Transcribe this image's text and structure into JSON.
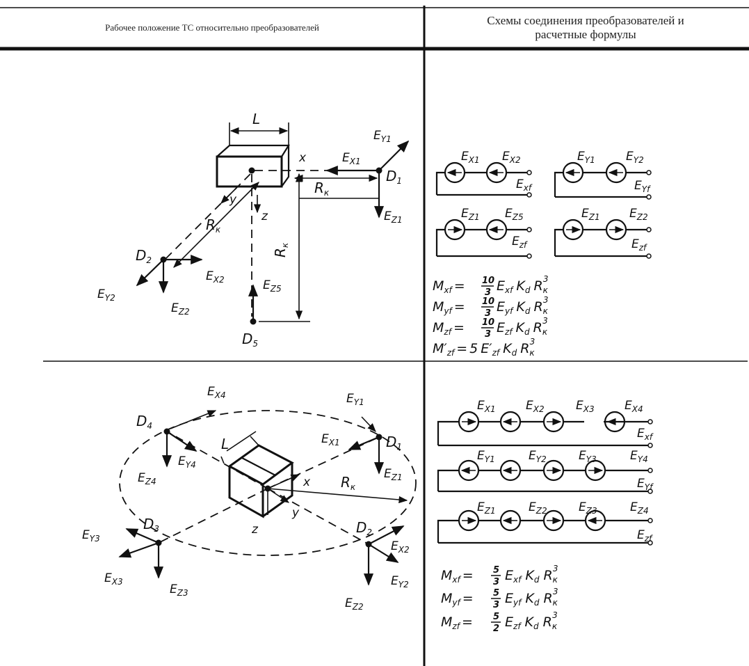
{
  "header": {
    "left": "Рабочее положение ТС относительно преобразователей",
    "right_line1": "Схемы соединения преобразователей и",
    "right_line2": "расчетные формулы"
  },
  "top_left": {
    "L": "L",
    "x": "x",
    "y": "y",
    "z": "z",
    "D1": "D",
    "D1_sub": "1",
    "D2": "D",
    "D2_sub": "2",
    "D5": "D",
    "D5_sub": "5",
    "Rk1": "R",
    "Rk1_sub": "к",
    "Rk2": "R",
    "Rk2_sub": "к",
    "Rk3": "R",
    "Rk3_sub": "к",
    "Ey1": "E",
    "Ey1_sub": "Y1",
    "Ex1": "E",
    "Ex1_sub": "X1",
    "Ez1": "E",
    "Ez1_sub": "Z1",
    "Ex2": "E",
    "Ex2_sub": "X2",
    "Ey2": "E",
    "Ey2_sub": "Y2",
    "Ez2": "E",
    "Ez2_sub": "Z2",
    "Ez5": "E",
    "Ez5_sub": "Z5"
  },
  "top_right": {
    "c1": [
      "X1",
      "X2"
    ],
    "c1_out": "xf",
    "c2": [
      "Y1",
      "Y2"
    ],
    "c2_out": "Yf",
    "c3": [
      "Z1",
      "Z5"
    ],
    "c3_out": "zf",
    "c4": [
      "Z1",
      "Z2"
    ],
    "c4_out": "zf",
    "formulas": [
      {
        "M": "M",
        "Msub": "xf",
        "eq": "=",
        "num": "10",
        "den": "3",
        "E": "E",
        "Esub": "xf",
        "K": "K",
        "Ksub": "d",
        "R": "R",
        "Rsub": "к",
        "pow": "3"
      },
      {
        "M": "M",
        "Msub": "yf",
        "eq": "=",
        "num": "10",
        "den": "3",
        "E": "E",
        "Esub": "yf",
        "K": "K",
        "Ksub": "d",
        "R": "R",
        "Rsub": "к",
        "pow": "3"
      },
      {
        "M": "M",
        "Msub": "zf",
        "eq": "=",
        "num": "10",
        "den": "3",
        "E": "E",
        "Esub": "zf",
        "K": "K",
        "Ksub": "d",
        "R": "R",
        "Rsub": "к",
        "pow": "3"
      },
      {
        "M": "M′",
        "Msub": "zf",
        "eq": "=",
        "num": "5",
        "den": "",
        "E": "E′",
        "Esub": "zf",
        "K": "K",
        "Ksub": "d",
        "R": "R",
        "Rsub": "к",
        "pow": "3"
      }
    ]
  },
  "bottom_left": {
    "L": "L",
    "x": "x",
    "y": "y",
    "z": "z",
    "D1": "D",
    "D1_sub": "1",
    "D2": "D",
    "D2_sub": "2",
    "D3": "D",
    "D3_sub": "3",
    "D4": "D",
    "D4_sub": "4",
    "Rk": "R",
    "Rk_sub": "к",
    "Ex4": "E",
    "Ex4_sub": "X4",
    "Ey1": "E",
    "Ey1_sub": "Y1",
    "Ex1": "E",
    "Ex1_sub": "X1",
    "Ez1": "E",
    "Ez1_sub": "Z1",
    "Ey4": "E",
    "Ey4_sub": "Y4",
    "Ez4": "E",
    "Ez4_sub": "Z4",
    "Ey3": "E",
    "Ey3_sub": "Y3",
    "Ex3": "E",
    "Ex3_sub": "X3",
    "Ez3": "E",
    "Ez3_sub": "Z3",
    "Ex2": "E",
    "Ex2_sub": "X2",
    "Ey2": "E",
    "Ey2_sub": "Y2",
    "Ez2": "E",
    "Ez2_sub": "Z2"
  },
  "bottom_right": {
    "r1": [
      "X1",
      "X2",
      "X3",
      "X4"
    ],
    "r1_out": "xf",
    "r2": [
      "Y1",
      "Y2",
      "Y3",
      "Y4"
    ],
    "r2_out": "Yf",
    "r3": [
      "Z1",
      "Z2",
      "Z3",
      "Z4"
    ],
    "r3_out": "zf",
    "formulas": [
      {
        "M": "M",
        "Msub": "xf",
        "eq": "=",
        "num": "5",
        "den": "3",
        "E": "E",
        "Esub": "xf",
        "K": "K",
        "Ksub": "d",
        "R": "R",
        "Rsub": "к",
        "pow": "3"
      },
      {
        "M": "M",
        "Msub": "yf",
        "eq": "=",
        "num": "5",
        "den": "3",
        "E": "E",
        "Esub": "yf",
        "K": "K",
        "Ksub": "d",
        "R": "R",
        "Rsub": "к",
        "pow": "3"
      },
      {
        "M": "M",
        "Msub": "zf",
        "eq": "=",
        "num": "5",
        "den": "2",
        "E": "E",
        "Esub": "zf",
        "K": "K",
        "Ksub": "d",
        "R": "R",
        "Rsub": "к",
        "pow": "3"
      }
    ]
  }
}
